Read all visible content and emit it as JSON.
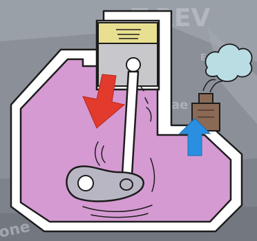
{
  "background": {
    "printed_fragments": [
      "T-REV",
      "Eng",
      "ae",
      "one"
    ]
  },
  "colors": {
    "background_gray": "#8b9098",
    "crankcase_pink": "#d59ad2",
    "piston_top_yellow": "#e8df90",
    "piston_gray": "#c8c8cc",
    "valve_brown": "#8a6a55",
    "vapor_blue": "#b9dde3",
    "down_arrow_red": "#e23a2d",
    "up_arrow_blue": "#2a8fe0",
    "outline": "#1c1c1c",
    "outer_shell_white": "#ffffff"
  },
  "diagram": {
    "parts": [
      {
        "id": "piston",
        "icon": "piston"
      },
      {
        "id": "connecting-rod",
        "icon": "rod"
      },
      {
        "id": "crankshaft",
        "icon": "crank"
      },
      {
        "id": "crankcase",
        "icon": "chamber"
      },
      {
        "id": "breather-valve",
        "icon": "valve"
      },
      {
        "id": "vapor-cloud",
        "icon": "cloud"
      }
    ],
    "arrows": [
      {
        "id": "piston-down-arrow",
        "direction": "down",
        "color": "red"
      },
      {
        "id": "air-up-arrow",
        "direction": "up",
        "color": "blue"
      }
    ]
  }
}
